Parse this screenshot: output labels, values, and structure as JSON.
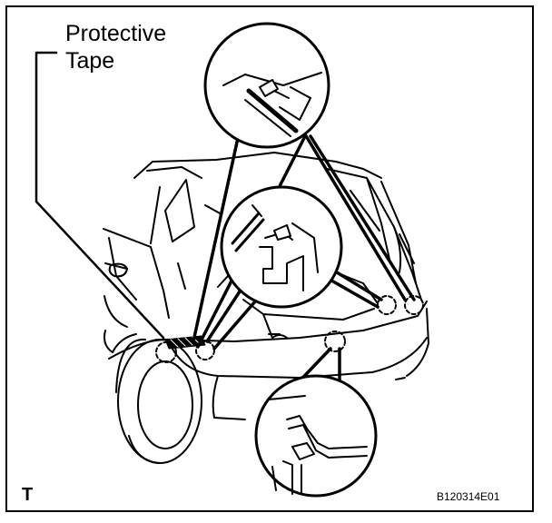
{
  "callout": {
    "label": "Protective\nTape"
  },
  "footer": {
    "corner_code": "T",
    "figure_id": "B120314E01"
  }
}
